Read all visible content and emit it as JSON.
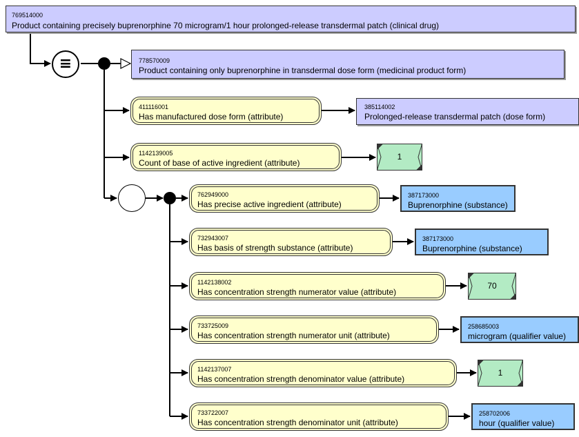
{
  "focus_concept": {
    "id": "769514000",
    "label": "Product containing precisely buprenorphine 70 microgram/1 hour prolonged-release transdermal patch (clinical drug)"
  },
  "definition_status_symbol": "≡",
  "parent_concept": {
    "id": "778570009",
    "label": "Product containing only buprenorphine in transdermal dose form (medicinal product form)"
  },
  "ungrouped_attributes": [
    {
      "attribute_id": "411116001",
      "attribute_label": "Has manufactured dose form (attribute)",
      "target_kind": "concept",
      "target_id": "385114002",
      "target_label": "Prolonged-release transdermal patch (dose form)"
    },
    {
      "attribute_id": "1142139005",
      "attribute_label": "Count of base of active ingredient (attribute)",
      "target_kind": "value",
      "target_value": "1"
    }
  ],
  "role_group": {
    "attributes": [
      {
        "attribute_id": "762949000",
        "attribute_label": "Has precise active ingredient (attribute)",
        "target_kind": "substance",
        "target_id": "387173000",
        "target_label": "Buprenorphine (substance)"
      },
      {
        "attribute_id": "732943007",
        "attribute_label": "Has basis of strength substance (attribute)",
        "target_kind": "substance",
        "target_id": "387173000",
        "target_label": "Buprenorphine (substance)"
      },
      {
        "attribute_id": "1142138002",
        "attribute_label": "Has concentration strength numerator value (attribute)",
        "target_kind": "value",
        "target_value": "70"
      },
      {
        "attribute_id": "733725009",
        "attribute_label": "Has concentration strength numerator unit (attribute)",
        "target_kind": "substance",
        "target_id": "258685003",
        "target_label": "microgram (qualifier value)"
      },
      {
        "attribute_id": "1142137007",
        "attribute_label": "Has concentration strength denominator value (attribute)",
        "target_kind": "value",
        "target_value": "1"
      },
      {
        "attribute_id": "733722007",
        "attribute_label": "Has concentration strength denominator unit (attribute)",
        "target_kind": "substance",
        "target_id": "258702006",
        "target_label": "hour (qualifier value)"
      }
    ]
  },
  "colors": {
    "concept_fill": "#ccccff",
    "attribute_fill": "#ffffcc",
    "substance_fill": "#99ccff",
    "value_fill": "#b3ebc4",
    "stroke": "#333333"
  }
}
